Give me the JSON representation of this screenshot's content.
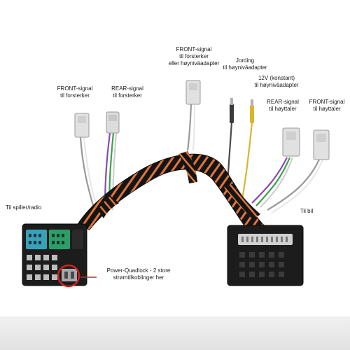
{
  "labels": {
    "front_top": [
      "FRONT-signal",
      "til forsterker",
      "eller høyniväadapter"
    ],
    "jording": [
      "Jording",
      "til høyniväadapter"
    ],
    "v12": [
      "12V (konstant)",
      "til høyniväadapter"
    ],
    "front_left": [
      "FRONT-signal",
      "til forsterker"
    ],
    "rear_left": [
      "REAR-signal",
      "til forsterker"
    ],
    "rear_right": [
      "REAR-signal",
      "til høyttaler"
    ],
    "front_right": [
      "FRONT-signal",
      "til høyttaler"
    ],
    "spiller": "Til spiller/radio",
    "bil": "Til bil",
    "power": [
      "Power-Quadlock - 2 store",
      "strømtilkoblinger her"
    ]
  },
  "colors": {
    "sleeve": "#151515",
    "stripe": "#e3753a",
    "callout": "#d42020",
    "plug": "#d6d6d6",
    "blue_block": "#3aa0b8",
    "green_block": "#2f9d6a"
  }
}
